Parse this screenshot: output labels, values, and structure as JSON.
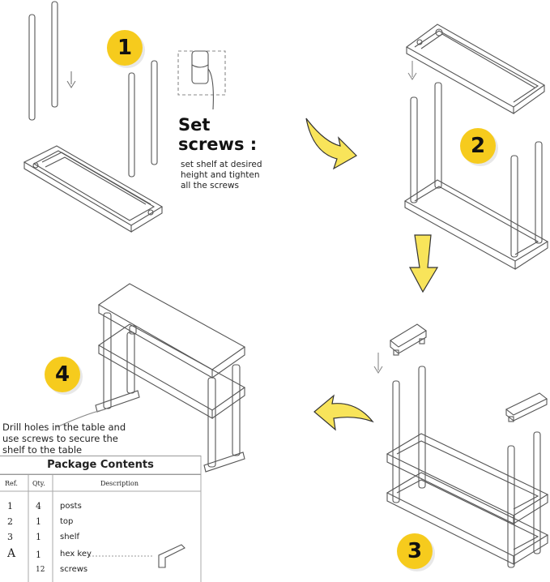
{
  "steps": [
    {
      "number": "1",
      "label": "step-1"
    },
    {
      "number": "2",
      "label": "step-2"
    },
    {
      "number": "3",
      "label": "step-3"
    },
    {
      "number": "4",
      "label": "step-4"
    }
  ],
  "set_screws": {
    "title": "Set\nscrews :",
    "description": "set shelf at desired\nheight and tighten\nall the screws"
  },
  "drill_note": "Drill holes in the table and\nuse screws to secure the\nshelf to the table",
  "package": {
    "title": "Package Contents",
    "headers": {
      "ref": "Ref.",
      "qty": "Qty.",
      "description": "Description"
    },
    "rows": [
      {
        "ref": "1",
        "qty": "4",
        "description": "posts"
      },
      {
        "ref": "2",
        "qty": "1",
        "description": "top"
      },
      {
        "ref": "3",
        "qty": "1",
        "description": "shelf"
      },
      {
        "ref": "A",
        "qty": "1",
        "description": "hex key"
      },
      {
        "ref": "",
        "qty": "12",
        "description": "screws"
      }
    ]
  },
  "colors": {
    "badge": "#f6cb1d",
    "arrow_fill": "#f8e45a",
    "line": "#555555"
  }
}
